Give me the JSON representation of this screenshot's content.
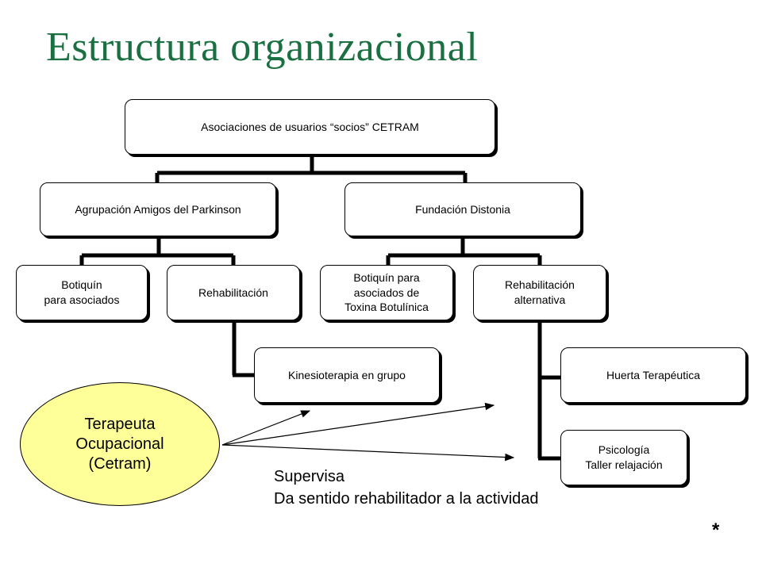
{
  "title": "Estructura organizacional",
  "nodes": {
    "root": "Asociaciones de usuarios “socios” CETRAM",
    "parkinson": "Agrupación Amigos del Parkinson",
    "distonia": "Fundación Distonia",
    "botiquin_asociados": "Botiquín\npara asociados",
    "rehabilitacion": "Rehabilitación",
    "botiquin_toxina": "Botiquín para\nasociados de\nToxina Botulínica",
    "rehab_alternativa": "Rehabilitación\nalternativa",
    "kinesioterapia": "Kinesioterapia en grupo",
    "huerta": "Huerta Terapéutica",
    "psicologia": "Psicología\nTaller relajación"
  },
  "ellipse": {
    "line1": "Terapeuta",
    "line2": "Ocupacional",
    "line3": "(Cetram)"
  },
  "notes": {
    "line1": "Supervisa",
    "line2": "Da sentido rehabilitador a la actividad"
  },
  "footer_mark": "*"
}
